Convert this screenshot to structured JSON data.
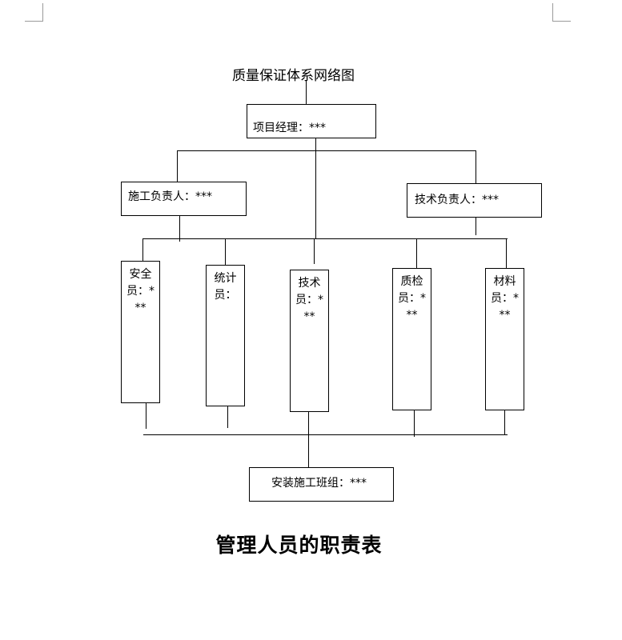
{
  "diagram": {
    "title": "质量保证体系网络图",
    "project_manager": "项目经理：***",
    "construction_lead": "施工负责人：***",
    "technical_lead": "技术负责人：***",
    "roles": {
      "safety": "安全员：***",
      "statistics": "统计员：",
      "technician": "技术员：***",
      "quality_inspector": "质检员：***",
      "materials": "材料员：***"
    },
    "install_team": "安装施工班组：***"
  },
  "section_heading": "管理人员的职责表"
}
